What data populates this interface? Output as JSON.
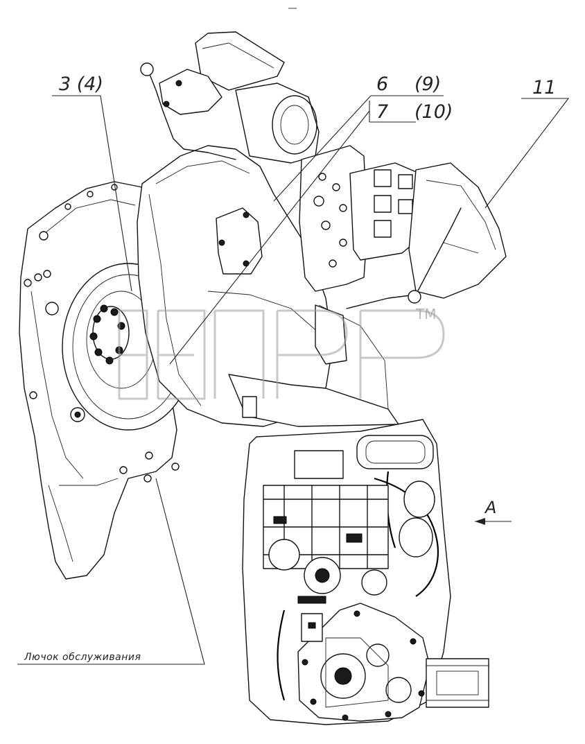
{
  "callouts": {
    "c1": "3 (4)",
    "c2": "6",
    "c3": "(9)",
    "c4": "7",
    "c5": "(10)",
    "c6": "11"
  },
  "view_label": "A",
  "note_label": "Лючок обслуживания",
  "watermark": {
    "tm": "TM"
  }
}
